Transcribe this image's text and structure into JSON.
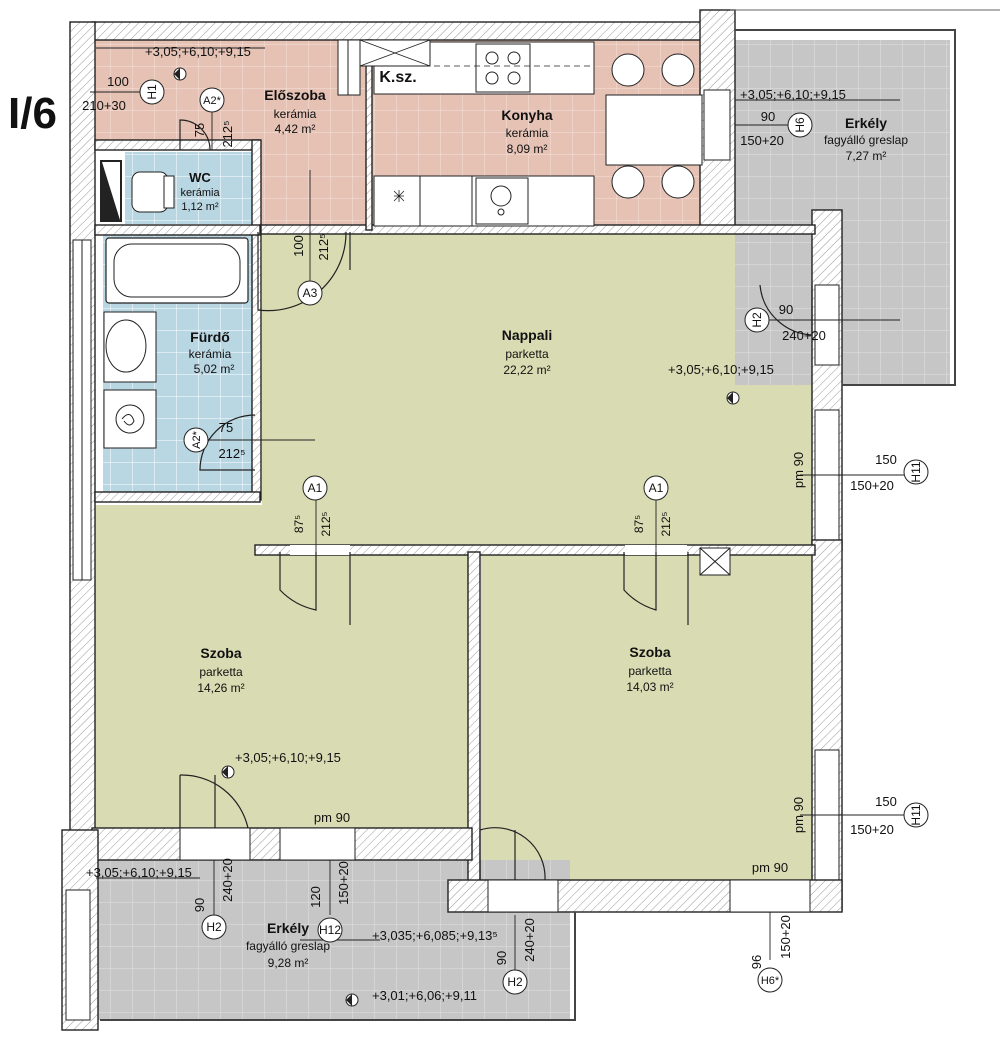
{
  "unit_label": "I/6",
  "rooms": {
    "eloszoba": {
      "name": "Előszoba",
      "material": "kerámia",
      "area": "4,42 m²"
    },
    "konyha": {
      "name": "Konyha",
      "material": "kerámia",
      "area": "8,09 m²"
    },
    "ksz": {
      "name": "K.sz."
    },
    "wc": {
      "name": "WC",
      "material": "kerámia",
      "area": "1,12 m²"
    },
    "furdo": {
      "name": "Fürdő",
      "material": "kerámia",
      "area": "5,02 m²"
    },
    "nappali": {
      "name": "Nappali",
      "material": "parketta",
      "area": "22,22 m²"
    },
    "erkely_top": {
      "name": "Erkély",
      "material": "fagyálló greslap",
      "area": "7,27 m²"
    },
    "szoba_left": {
      "name": "Szoba",
      "material": "parketta",
      "area": "14,26 m²"
    },
    "szoba_right": {
      "name": "Szoba",
      "material": "parketta",
      "area": "14,03 m²"
    },
    "erkely_bottom": {
      "name": "Erkély",
      "material": "fagyálló greslap",
      "area": "9,28 m²"
    }
  },
  "levels": {
    "l1": "+3,05;+6,10;+9,15",
    "l2": "+3,05;+6,10;+9,15",
    "l3": "+3,05;+6,10;+9,15",
    "l4": "+3,05;+6,10;+9,15",
    "l5": "+3,05;+6,10;+9,15",
    "l6": "+3,035;+6,085;+9,13⁵",
    "l7": "+3,01;+6,06;+9,11"
  },
  "door_labels": {
    "h1": "H1",
    "a2_top": "A2*",
    "a3": "A3",
    "a2_bath": "A2*",
    "a1_left": "A1",
    "a1_right": "A1",
    "h6_top": "H6",
    "h2_right": "H2",
    "h11_a": "H11",
    "h11_b": "H11",
    "h2_bl": "H2",
    "h12": "H12",
    "h2_bm": "H2",
    "h6_bottom": "H6*"
  },
  "dims": {
    "h1_w": "100",
    "h1_h": "210+30",
    "a2_w": "75",
    "a2_h": "212⁵",
    "a3_w": "100",
    "a3_h": "212⁵",
    "h6_w": "90",
    "h6_h": "150+20",
    "h2_w": "90",
    "h2_h": "240+20",
    "a2b_w": "75",
    "a2b_h": "212⁵",
    "a1l_w": "87⁵",
    "a1l_h": "212⁵",
    "a1r_w": "87⁵",
    "a1r_h": "212⁵",
    "pm1": "pm 90",
    "h11a_w": "150",
    "h11a_h": "150+20",
    "pm2": "pm 90",
    "h11b_w": "150",
    "h11b_h": "150+20",
    "pm3": "pm 90",
    "pm4": "pm 90",
    "h2bl_w": "90",
    "h2bl_h": "240+20",
    "h12_w": "120",
    "h12_h": "150+20",
    "h2bm_w": "90",
    "h2bm_h": "240+20",
    "h6b_w": "96",
    "h6b_h": "150+20"
  },
  "colors": {
    "living": "#d9dcb3",
    "kitchen": "#e6c2b5",
    "bath": "#b9d7e3",
    "balcony": "#c9c9c9",
    "wall": "#ffffff"
  }
}
